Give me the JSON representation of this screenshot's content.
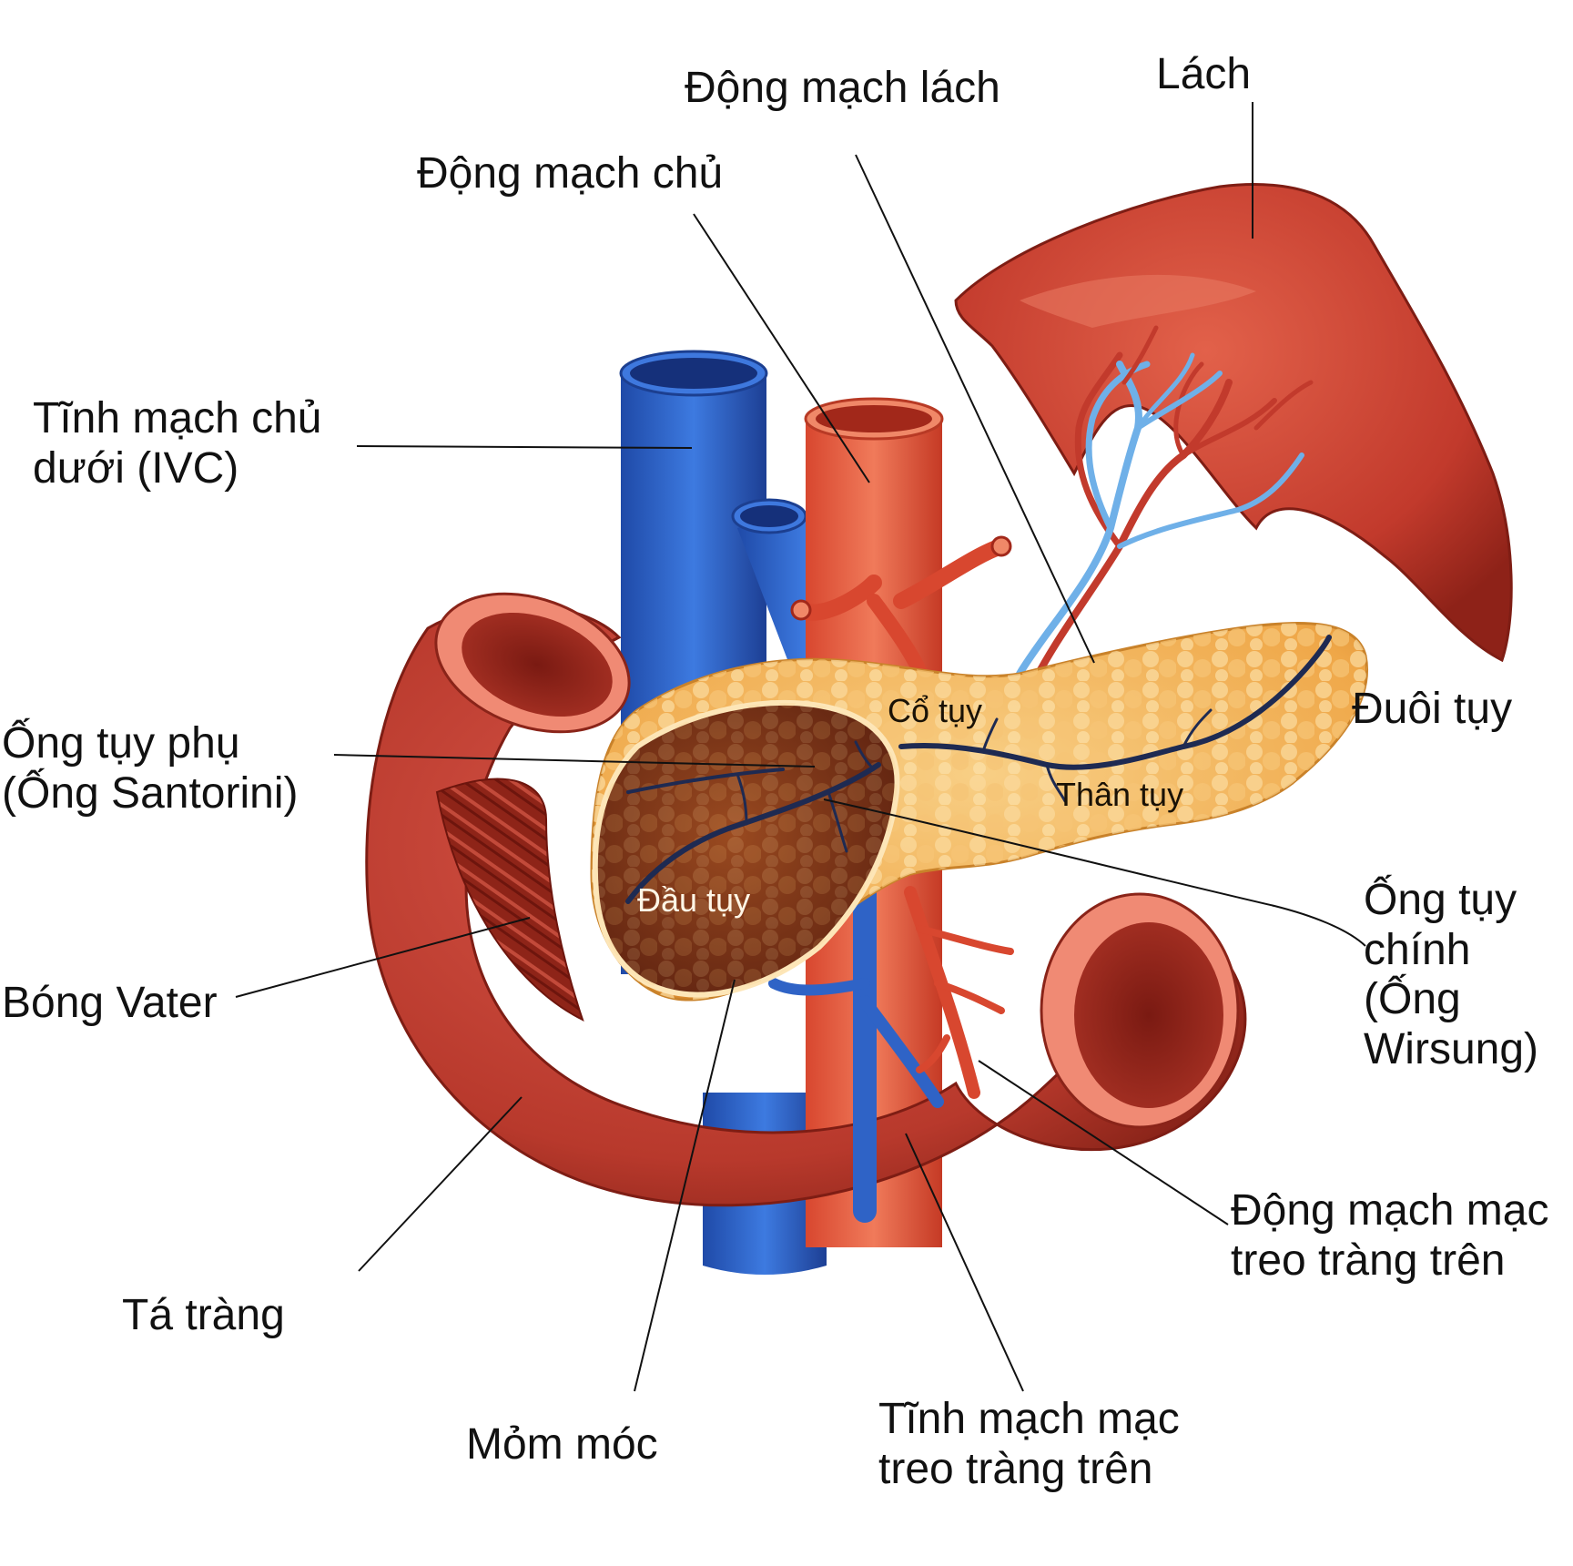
{
  "colors": {
    "ivc": "#2f63c6",
    "aorta": "#e2553e",
    "duodenum": "#b8392c",
    "spleen": "#c5392b",
    "pancreas": "#f2b25c",
    "duct": "#1e2a52",
    "vein_branch": "#6fb0e8"
  },
  "labels": {
    "dong_mach_lach": "Động mạch lách",
    "lach": "Lách",
    "dong_mach_chu": "Động mạch chủ",
    "tinh_mach_chu_duoi": [
      "Tĩnh mạch chủ",
      "dưới (IVC)"
    ],
    "ong_tuy_phu": [
      "Ống tụy phụ",
      "(Ống Santorini)"
    ],
    "bong_vater": "Bóng Vater",
    "ta_trang": "Tá tràng",
    "mom_moc": "Mỏm móc",
    "tinh_mach_mac_treo": [
      "Tĩnh mạch mạc",
      "treo tràng trên"
    ],
    "dong_mach_mac_treo": [
      "Động mạch mạc",
      "treo tràng trên"
    ],
    "ong_tuy_chinh": [
      "Ống tụy",
      "chính",
      "(Ống",
      "Wirsung)"
    ],
    "duoi_tuy": "Đuôi tụy",
    "co_tuy": "Cổ tụy",
    "than_tuy": "Thân tụy",
    "dau_tuy": "Đầu tụy"
  }
}
